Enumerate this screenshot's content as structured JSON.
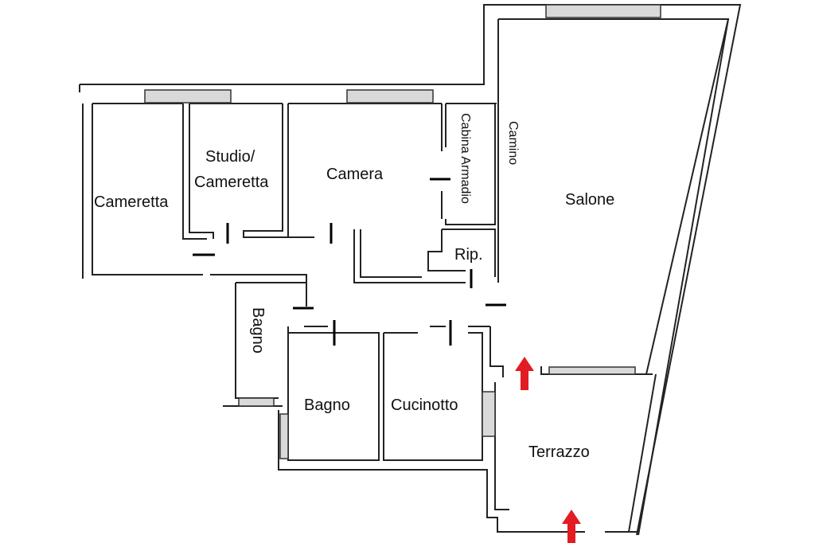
{
  "rooms": {
    "cameretta": "Cameretta",
    "studio_line1": "Studio/",
    "studio_line2": "Cameretta",
    "camera": "Camera",
    "cabina": "Cabina Armadio",
    "camino": "Camino",
    "salone": "Salone",
    "rip": "Rip.",
    "bagno_small": "Bagno",
    "bagno": "Bagno",
    "cucinotto": "Cucinotto",
    "terrazzo": "Terrazzo"
  },
  "colors": {
    "walls": "#222222",
    "arrow": "#e31b23",
    "background": "#ffffff"
  },
  "icons": {
    "entrance_arrows": "red-up-arrow-icon"
  }
}
